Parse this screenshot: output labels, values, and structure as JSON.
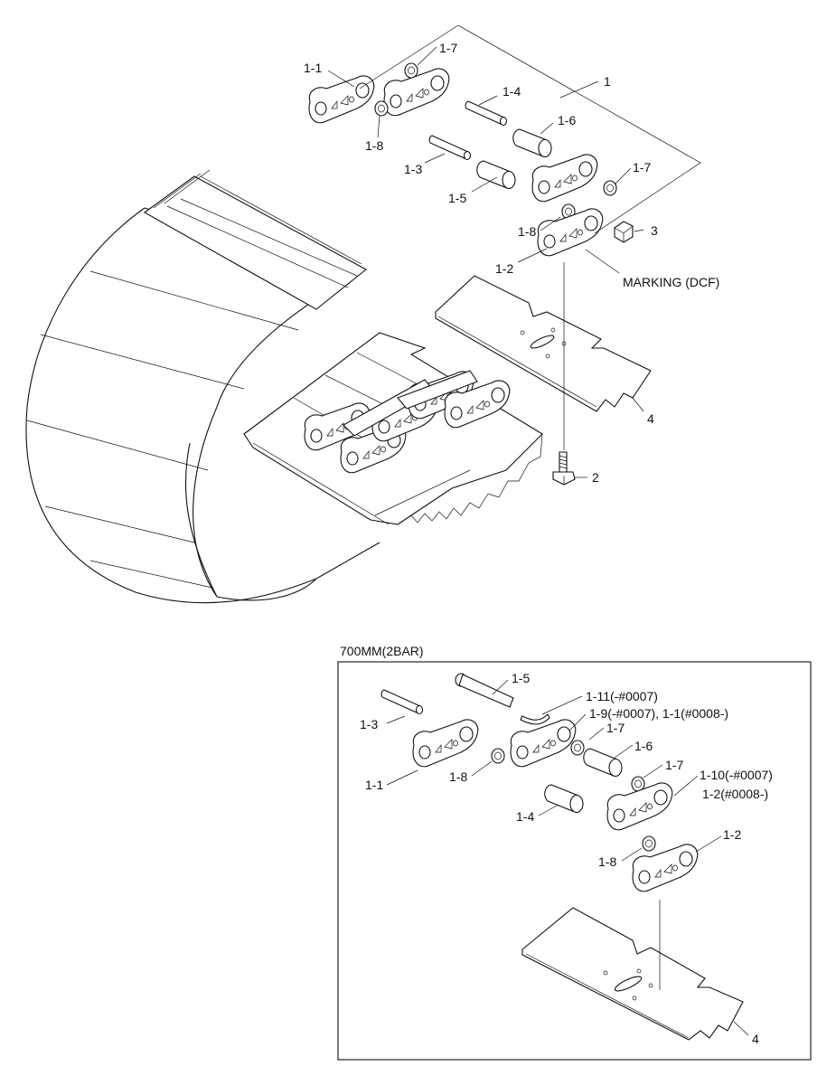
{
  "main_diagram": {
    "callouts": [
      {
        "id": "1",
        "text": "1"
      },
      {
        "id": "1-1",
        "text": "1-1"
      },
      {
        "id": "1-7a",
        "text": "1-7"
      },
      {
        "id": "1-4",
        "text": "1-4"
      },
      {
        "id": "1-6",
        "text": "1-6"
      },
      {
        "id": "1-8a",
        "text": "1-8"
      },
      {
        "id": "1-3",
        "text": "1-3"
      },
      {
        "id": "1-5",
        "text": "1-5"
      },
      {
        "id": "1-7b",
        "text": "1-7"
      },
      {
        "id": "1-8b",
        "text": "1-8"
      },
      {
        "id": "3",
        "text": "3"
      },
      {
        "id": "1-2",
        "text": "1-2"
      },
      {
        "id": "marking",
        "text": "MARKING (DCF)"
      },
      {
        "id": "4",
        "text": "4"
      },
      {
        "id": "2",
        "text": "2"
      }
    ]
  },
  "inset": {
    "title": "700MM(2BAR)",
    "callouts": [
      {
        "id": "1-5",
        "text": "1-5"
      },
      {
        "id": "1-11",
        "text": "1-11(-#0007)"
      },
      {
        "id": "1-9",
        "text": "1-9(-#0007), 1-1(#0008-)"
      },
      {
        "id": "1-3",
        "text": "1-3"
      },
      {
        "id": "1-7a",
        "text": "1-7"
      },
      {
        "id": "1-6",
        "text": "1-6"
      },
      {
        "id": "1-7b",
        "text": "1-7"
      },
      {
        "id": "1-1",
        "text": "1-1"
      },
      {
        "id": "1-8a",
        "text": "1-8"
      },
      {
        "id": "1-10",
        "text": "1-10(-#0007)"
      },
      {
        "id": "1-2b",
        "text": "1-2(#0008-)"
      },
      {
        "id": "1-4",
        "text": "1-4"
      },
      {
        "id": "1-8b",
        "text": "1-8"
      },
      {
        "id": "1-2",
        "text": "1-2"
      },
      {
        "id": "4",
        "text": "4"
      }
    ]
  }
}
